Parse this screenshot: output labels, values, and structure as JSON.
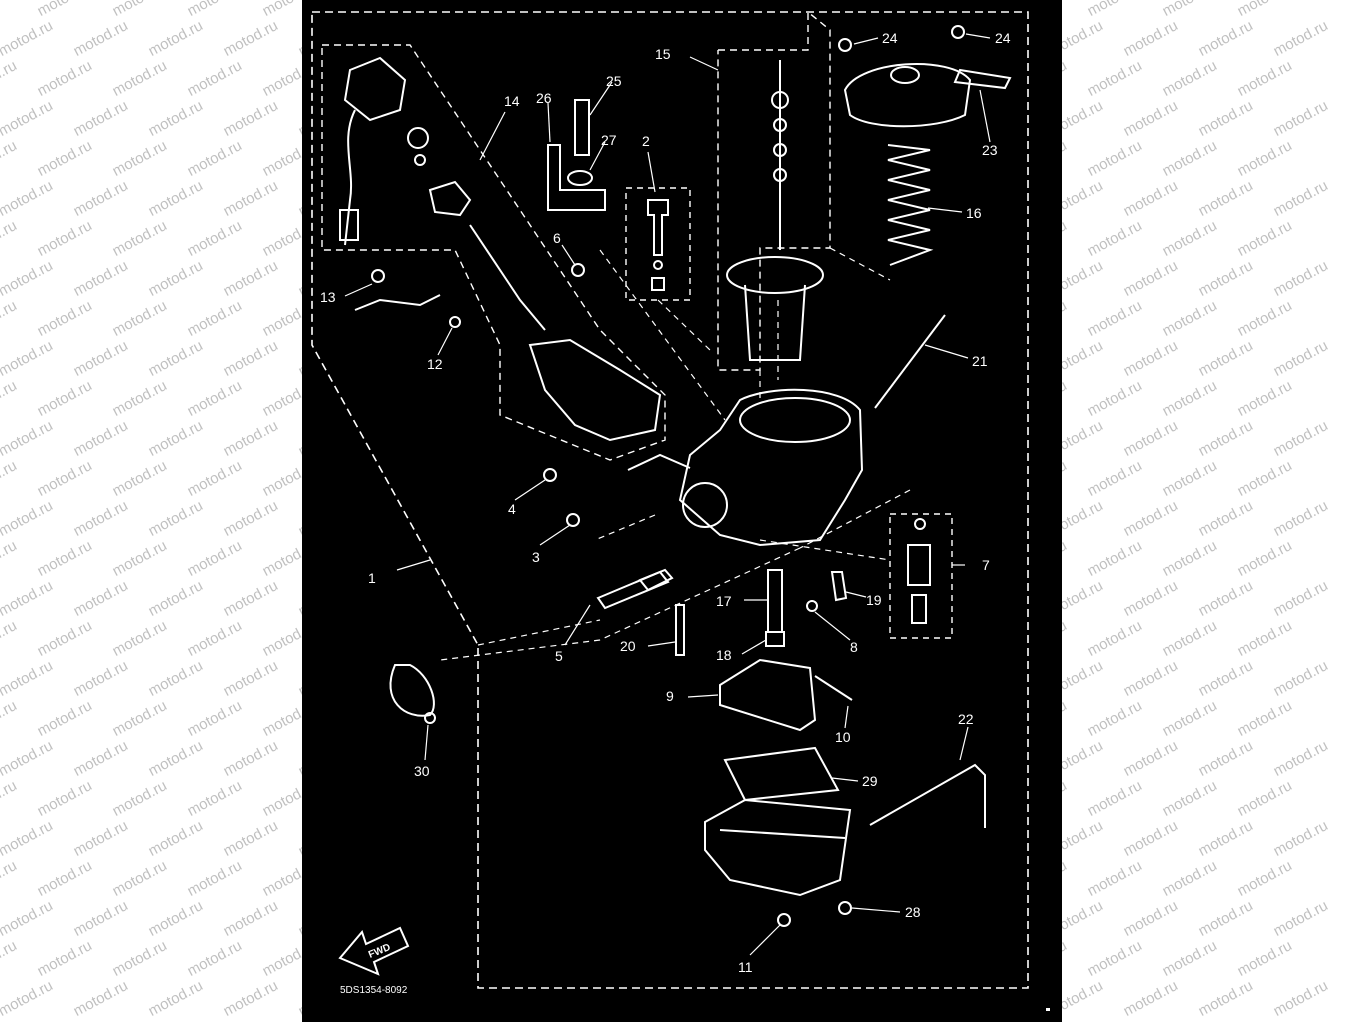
{
  "diagram": {
    "callouts": [
      {
        "id": "c1",
        "text": "1"
      },
      {
        "id": "c2",
        "text": "2"
      },
      {
        "id": "c3",
        "text": "3"
      },
      {
        "id": "c4",
        "text": "4"
      },
      {
        "id": "c5",
        "text": "5"
      },
      {
        "id": "c6",
        "text": "6"
      },
      {
        "id": "c7",
        "text": "7"
      },
      {
        "id": "c8",
        "text": "8"
      },
      {
        "id": "c9",
        "text": "9"
      },
      {
        "id": "c10",
        "text": "10"
      },
      {
        "id": "c11",
        "text": "11"
      },
      {
        "id": "c12",
        "text": "12"
      },
      {
        "id": "c13",
        "text": "13"
      },
      {
        "id": "c14",
        "text": "14"
      },
      {
        "id": "c15",
        "text": "15"
      },
      {
        "id": "c16",
        "text": "16"
      },
      {
        "id": "c17",
        "text": "17"
      },
      {
        "id": "c18",
        "text": "18"
      },
      {
        "id": "c19",
        "text": "19"
      },
      {
        "id": "c20",
        "text": "20"
      },
      {
        "id": "c21",
        "text": "21"
      },
      {
        "id": "c22",
        "text": "22"
      },
      {
        "id": "c23",
        "text": "23"
      },
      {
        "id": "c24a",
        "text": "24"
      },
      {
        "id": "c24b",
        "text": "24"
      },
      {
        "id": "c25",
        "text": "25"
      },
      {
        "id": "c26",
        "text": "26"
      },
      {
        "id": "c27",
        "text": "27"
      },
      {
        "id": "c28",
        "text": "28"
      },
      {
        "id": "c29",
        "text": "29"
      },
      {
        "id": "c30",
        "text": "30"
      }
    ],
    "fwd_label": "FWD",
    "part_code": "5DS1354-8092"
  },
  "watermark": {
    "text": "motod.ru"
  },
  "colors": {
    "background": "#000000",
    "ink": "#ffffff",
    "page": "#ffffff"
  }
}
